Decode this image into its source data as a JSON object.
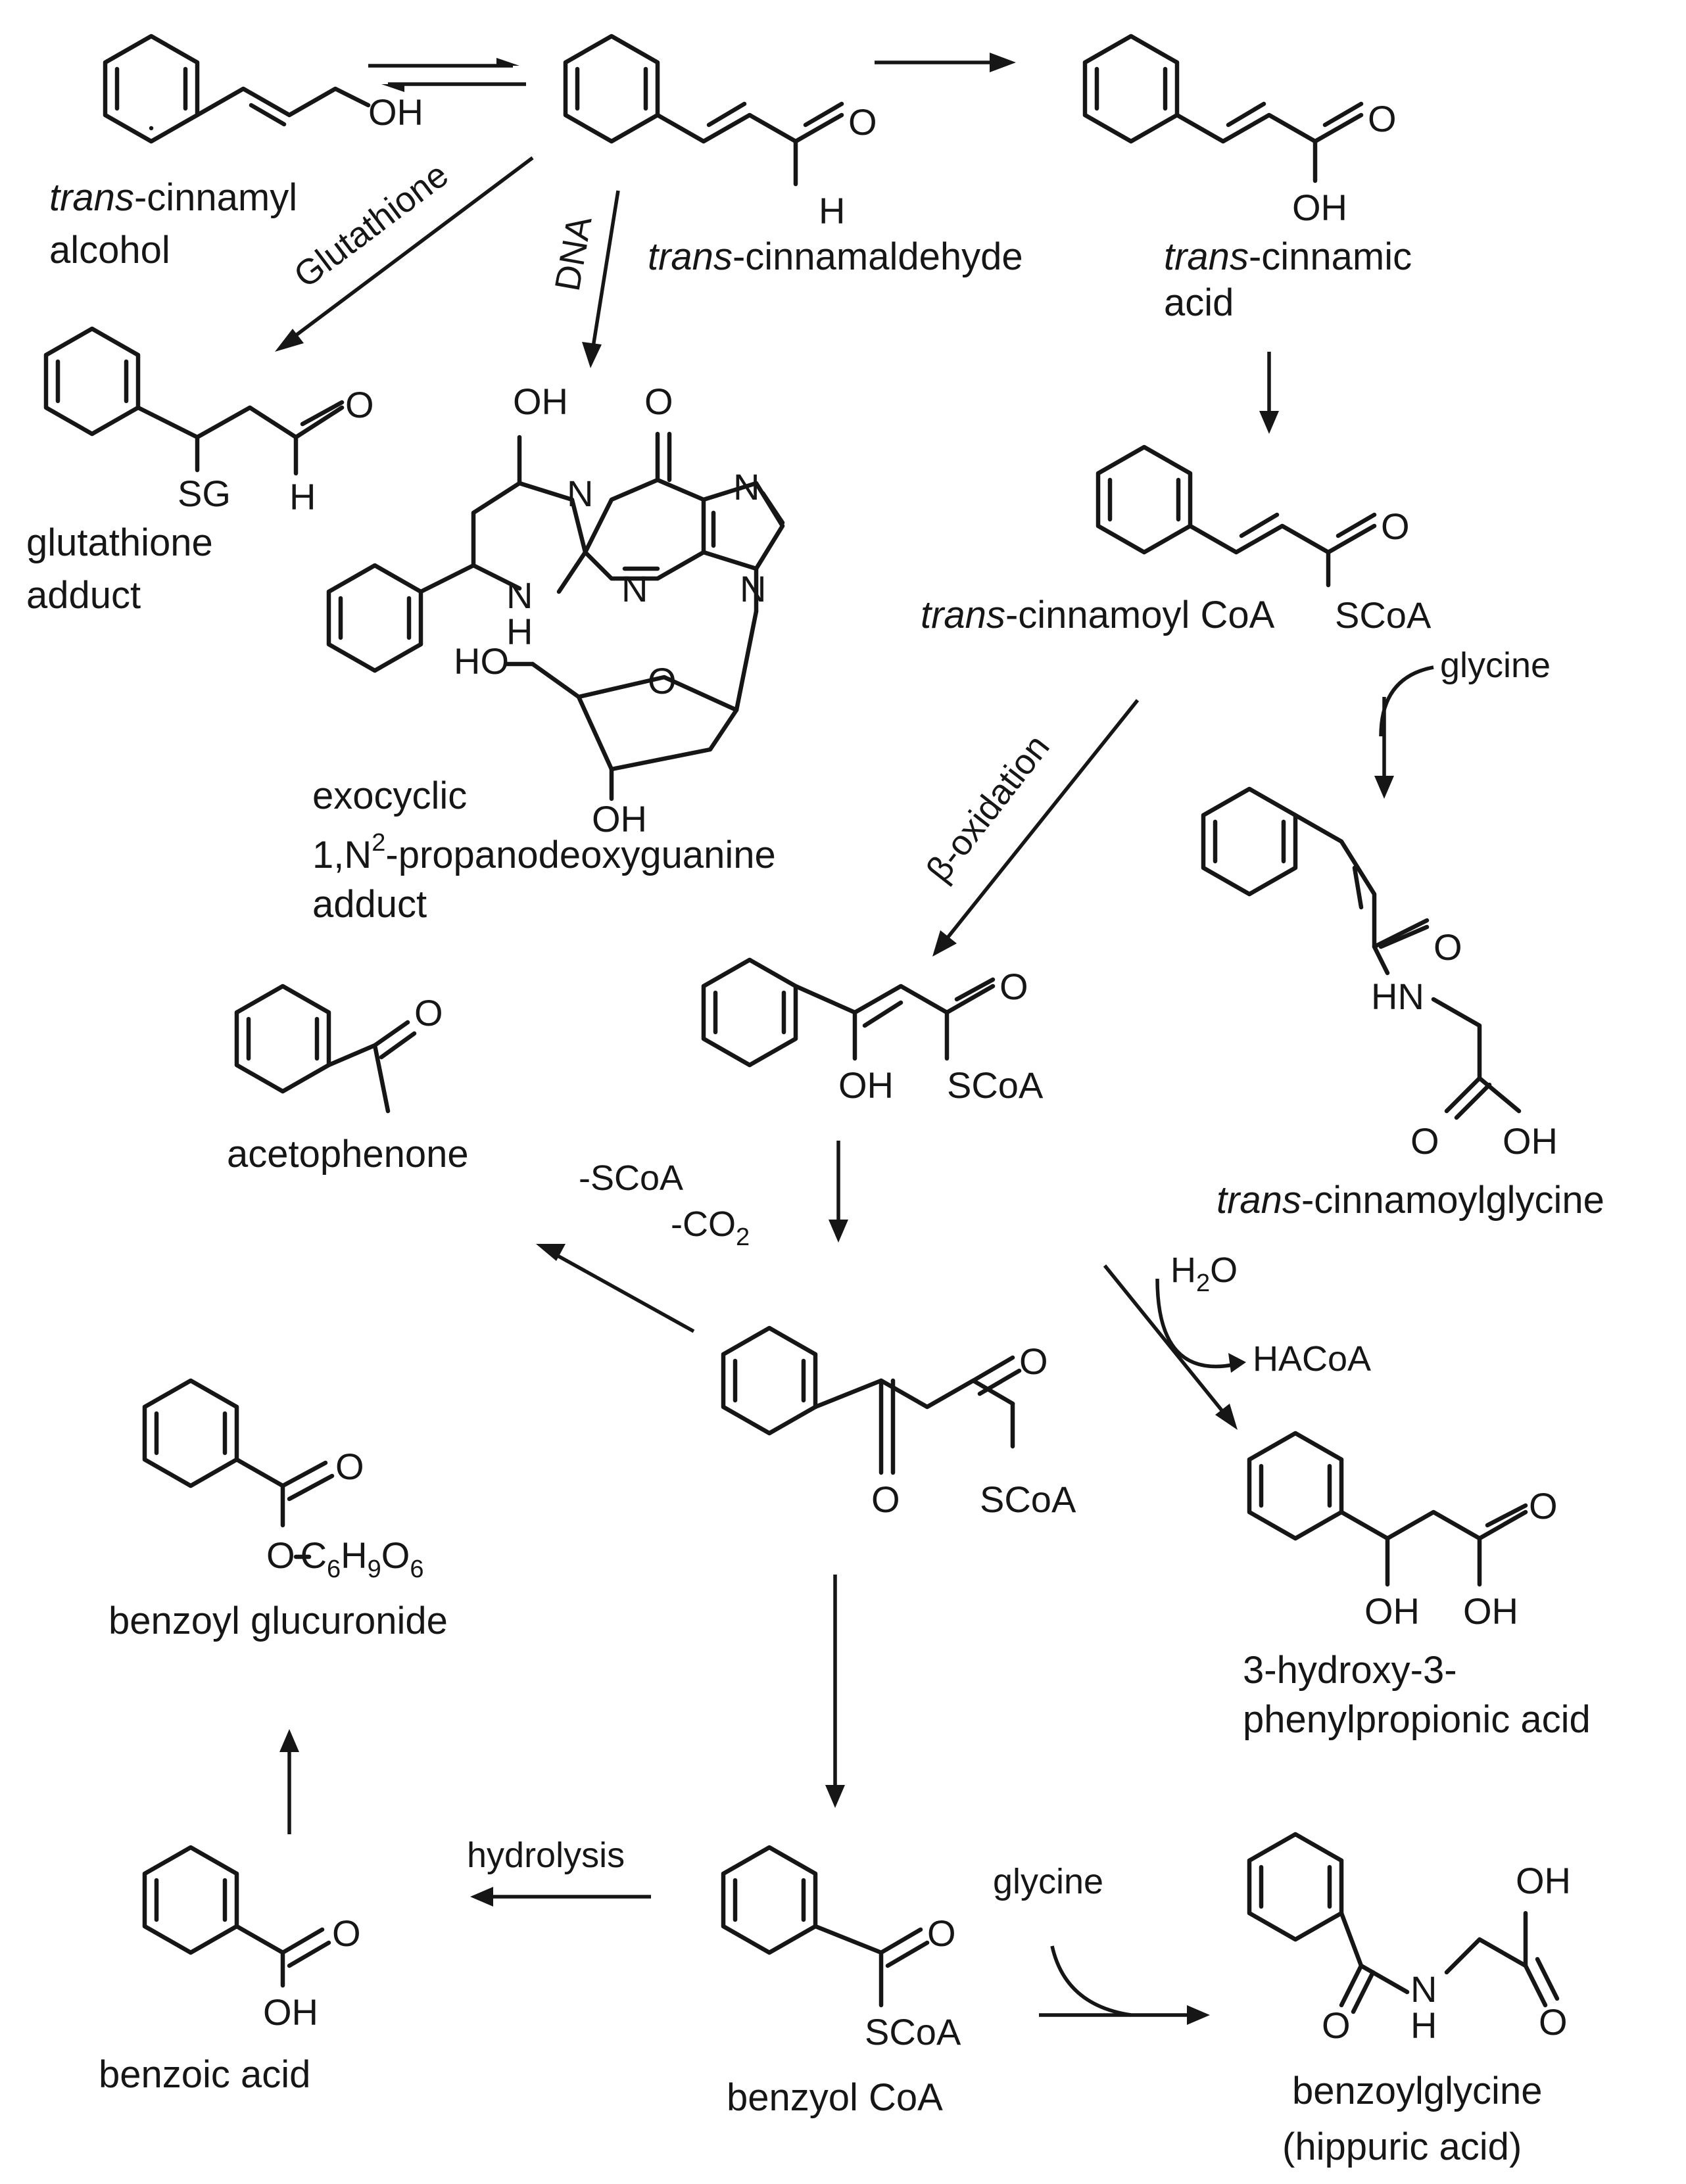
{
  "labels": {
    "cinnamyl_alcohol": [
      "trans",
      "-cinnamyl",
      "alcohol"
    ],
    "cinnamaldehyde": [
      "trans",
      "-cinnamaldehyde"
    ],
    "cinnamic_acid": [
      "trans",
      "-cinnamic",
      "acid"
    ],
    "glutathione_adduct": [
      "glutathione",
      "adduct"
    ],
    "dna_adduct": [
      "exocyclic",
      "1,N",
      "2",
      "-propanodeoxyguanine",
      "adduct"
    ],
    "cinnamoyl_coa": [
      "trans",
      "-cinnamoyl CoA"
    ],
    "cinnamoylglycine": [
      "trans",
      "-cinnamoylglycine"
    ],
    "acetophenone": "acetophenone",
    "hydroxyphenylpropionic": [
      "3-hydroxy-3-",
      "phenylpropionic acid"
    ],
    "benzoyl_glucuronide": "benzoyl glucuronide",
    "benzoic_acid": "benzoic acid",
    "benzoyl_coa": "benzyol CoA",
    "benzoylglycine": [
      "benzoylglycine",
      "(hippuric acid)"
    ]
  },
  "reactions": {
    "glutathione": "Glutathione",
    "dna": "DNA",
    "glycine_top": "glycine",
    "beta_oxidation": "β-oxidation",
    "minus_scoa": "-SCoA",
    "minus_co2": [
      "-CO",
      "2"
    ],
    "water": [
      "H",
      "2",
      "O"
    ],
    "haco": "HACoA",
    "hydrolysis": "hydrolysis",
    "glycine_bottom": "glycine"
  },
  "atoms": {
    "OH": "OH",
    "O": "O",
    "H": "H",
    "SG": "SG",
    "SCoA": "SCoA",
    "N": "N",
    "HN": "HN",
    "HO": "HO",
    "glucuronide": [
      "O",
      "C",
      "6",
      "H",
      "9",
      "O",
      "6"
    ]
  }
}
